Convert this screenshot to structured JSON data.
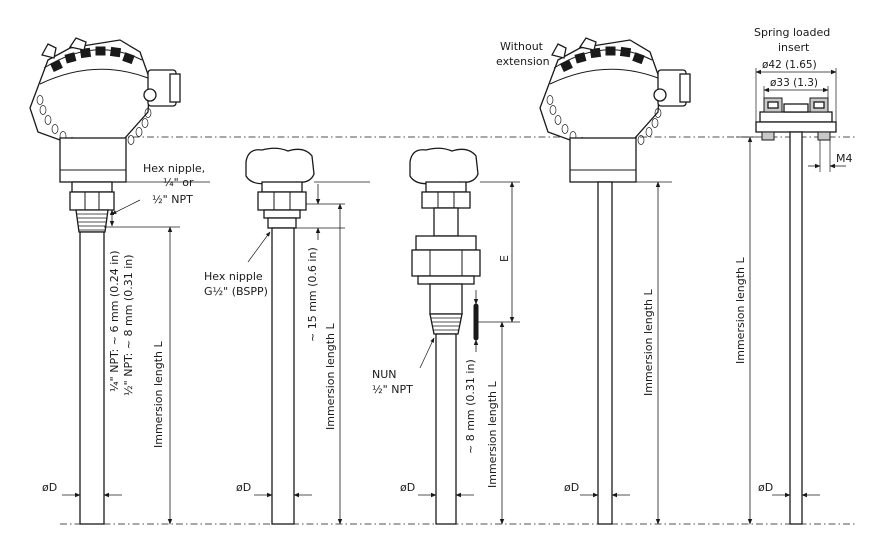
{
  "figure": {
    "labels": {
      "hex_nipple_line1": "Hex nipple,",
      "hex_nipple_line2": "¼\" or",
      "hex_nipple_line3": "½\" NPT",
      "npt_quarter": "¼\" NPT: ~ 6 mm (0.24 in)",
      "npt_half": "½\" NPT: ~ 8 mm (0.31 in)",
      "immersion_length": "Immersion length L",
      "od": "øD",
      "hex_nipple_g_line1": "Hex nipple",
      "hex_nipple_g_line2": "G½\" (BSPP)",
      "fifteen_mm": "~ 15 mm (0.6 in)",
      "e_dim": "E",
      "nun_line1": "NUN",
      "nun_line2": "½\" NPT",
      "eight_mm": "~ 8 mm (0.31 in)",
      "without_line1": "Without",
      "without_line2": "extension",
      "spring_line1": "Spring loaded",
      "spring_line2": "insert",
      "dia42": "ø42 (1.65)",
      "dia33": "ø33 (1.3)",
      "m4": "M4"
    }
  }
}
